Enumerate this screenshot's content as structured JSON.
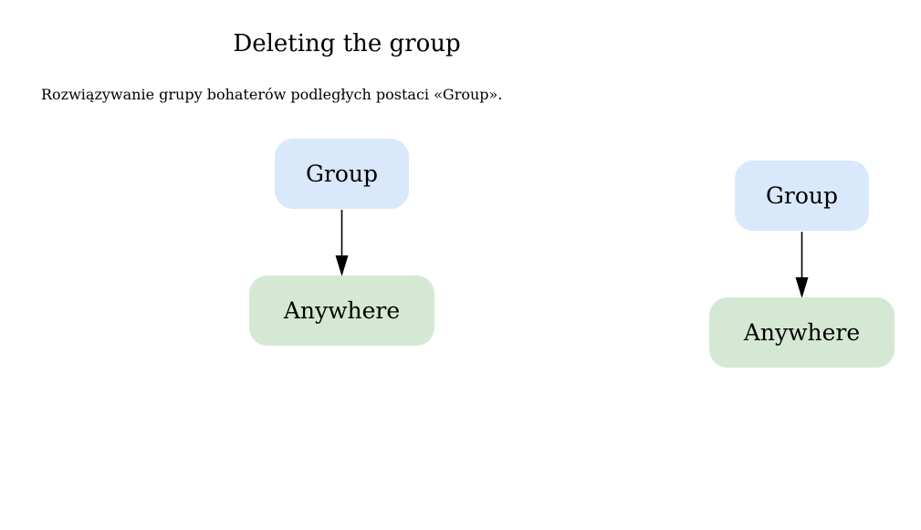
{
  "diagram": {
    "title": "Deleting the group",
    "subtitle": "Rozwiązywanie grupy bohaterów podległych postaci «Group».",
    "colors": {
      "group_fill": "#dae8fc",
      "anywhere_fill": "#d5e8d4",
      "edge": "#000000"
    },
    "graphs": [
      {
        "nodes": [
          {
            "id": "group",
            "label": "Group"
          },
          {
            "id": "anywhere",
            "label": "Anywhere"
          }
        ],
        "edges": [
          {
            "from": "group",
            "to": "anywhere"
          }
        ]
      },
      {
        "nodes": [
          {
            "id": "group",
            "label": "Group"
          },
          {
            "id": "anywhere",
            "label": "Anywhere"
          }
        ],
        "edges": [
          {
            "from": "group",
            "to": "anywhere"
          }
        ]
      }
    ]
  }
}
